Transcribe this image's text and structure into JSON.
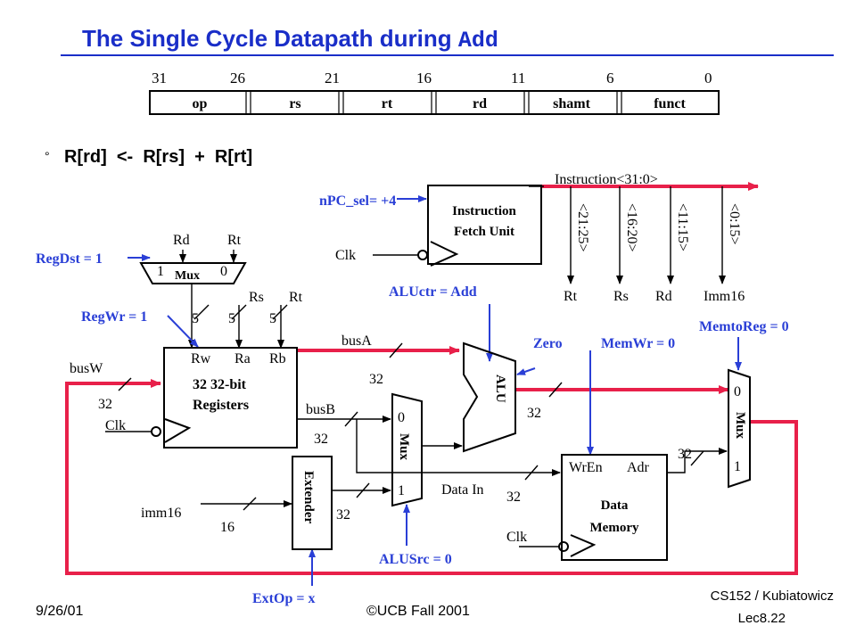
{
  "title": {
    "main": "The Single Cycle Datapath during ",
    "code": "Add"
  },
  "instruction_format": {
    "bit_positions": [
      "31",
      "26",
      "21",
      "16",
      "11",
      "6",
      "0"
    ],
    "fields": [
      "op",
      "rs",
      "rt",
      "rd",
      "shamt",
      "funct"
    ]
  },
  "bullet": {
    "marker": "°",
    "text": "R[rd]  <-  R[rs]  +  R[rt]"
  },
  "controls": {
    "npc_sel": "nPC_sel= +4",
    "regdst": "RegDst  = 1",
    "regwr": "RegWr = 1",
    "aluctr": "ALUctr = Add",
    "zero": "Zero",
    "memwr": "MemWr = 0",
    "memtoreg": "MemtoReg = 0",
    "alusrc": "ALUSrc = 0",
    "extop": "ExtOp = x"
  },
  "labels": {
    "instruction_bus": "Instruction<31:0>",
    "fetch_unit_line1": "Instruction",
    "fetch_unit_line2": "Fetch Unit",
    "clk": "Clk",
    "field_taps": [
      "<21:25>",
      "<16:20>",
      "<11:15>",
      "<0:15>"
    ],
    "field_names": [
      "Rt",
      "Rs",
      "Rd",
      "Imm16"
    ],
    "mux_rd": "Rd",
    "mux_rt": "Rt",
    "mux": "Mux",
    "mux_one": "1",
    "mux_zero": "0",
    "rs": "Rs",
    "rt": "Rt",
    "five": "5",
    "reg_ports": [
      "Rw",
      "Ra",
      "Rb"
    ],
    "reg_line1": "32 32-bit",
    "reg_line2": "Registers",
    "busA": "busA",
    "busB": "busB",
    "busW": "busW",
    "thirty_two": "32",
    "sixteen": "16",
    "imm16": "imm16",
    "extender": "Extender",
    "alu": "ALU",
    "data_in": "Data In",
    "wren": "WrEn",
    "adr": "Adr",
    "mem_line1": "Data",
    "mem_line2": "Memory"
  },
  "footer": {
    "date": "9/26/01",
    "copyright": "©UCB Fall 2001",
    "course": "CS152 / Kubiatowicz",
    "lecture": "Lec8.22"
  },
  "colors": {
    "title_blue": "#1a2ec8",
    "control_blue": "#2a3fd6",
    "datapath_red": "#e8204a",
    "line_black": "#000000"
  }
}
